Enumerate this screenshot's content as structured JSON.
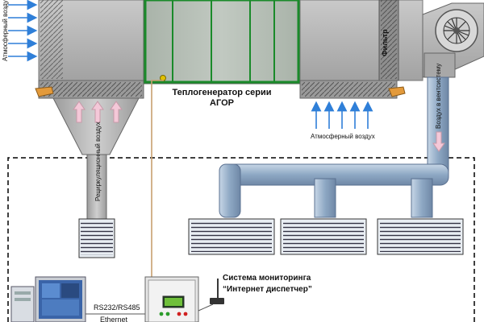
{
  "labels": {
    "atmo_air_left": "Атмосферный воздух",
    "atmo_air_bottom": "Атмосферный воздух",
    "heatgen_title_1": "Теплогенератор серии",
    "heatgen_title_2": "АГОР",
    "filter": "Фильтр",
    "recirc_air": "Рециркуляционный воздух",
    "air_to_vent": "Воздух в вентсистему",
    "monitoring_1": "Система мониторинга",
    "monitoring_2": "“Интернет диспетчер”",
    "rs_bus": "RS232/RS485",
    "ethernet": "Ethernet"
  },
  "colors": {
    "unit_body": "#b3b3b3",
    "heatgen_panel": "#b0b8b0",
    "duct": "#9fb4cc",
    "arrow_blue": "#2f7fd8",
    "arrow_pink": "#f4c8d8",
    "cable": "#c8a070",
    "dashed_border": "#000000"
  },
  "icons": {
    "fan": "centrifugal-fan-icon",
    "controller": "control-cabinet-icon",
    "computer": "computer-icon",
    "antenna": "gsm-modem-icon"
  }
}
